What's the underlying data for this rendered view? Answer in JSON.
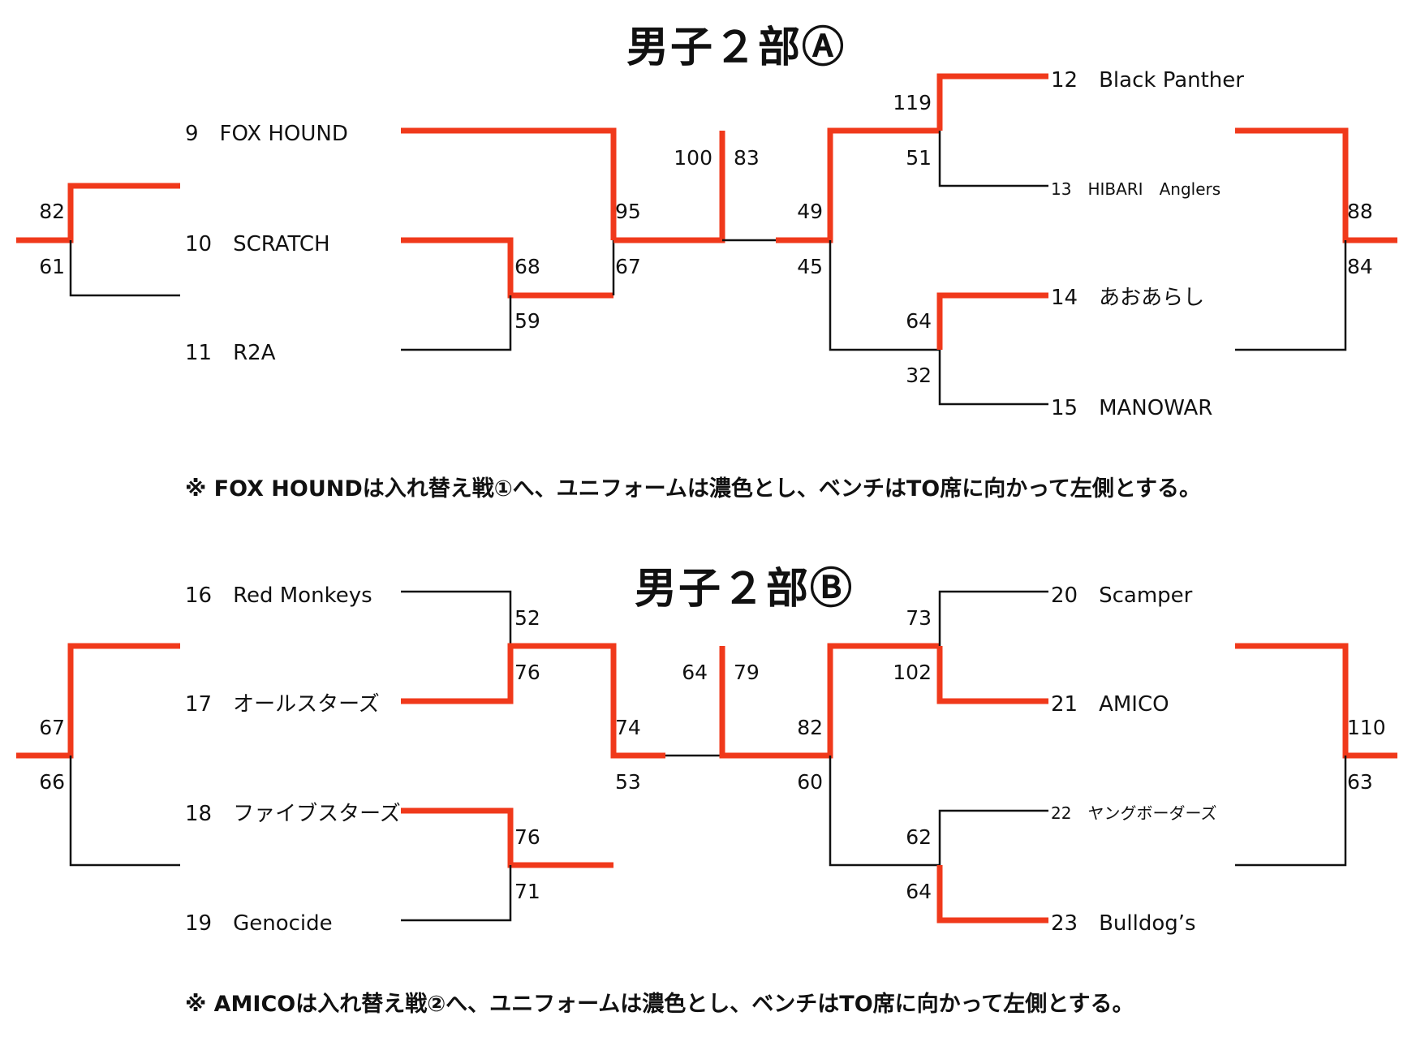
{
  "colors": {
    "winner_line": "#f0391b",
    "loser_line": "#111111"
  },
  "section_a": {
    "title": "男子２部Ⓐ",
    "teams": [
      "9　FOX HOUND",
      "10　SCRATCH",
      "11　R2A",
      "12　Black Panther",
      "13　HIBARI　Anglers",
      "14　あおあらし",
      "15　MANOWAR"
    ],
    "scores": {
      "consolation_left_top": "82",
      "consolation_left_bottom": "61",
      "r1_left_winner": "68",
      "r1_left_loser": "59",
      "semi_left_top": "95",
      "semi_left_bottom": "67",
      "final_left": "100",
      "final_right": "83",
      "semi_right_top": "49",
      "semi_right_bottom": "45",
      "r1_right_top_winner": "119",
      "r1_right_top_loser": "51",
      "r1_right_bottom_winner": "64",
      "r1_right_bottom_loser": "32",
      "consolation_right_top": "88",
      "consolation_right_bottom": "84"
    },
    "note": "※ FOX HOUNDは入れ替え戦①へ、ユニフォームは濃色とし、ベンチはTO席に向かって左側とする。"
  },
  "section_b": {
    "title": "男子２部Ⓑ",
    "teams": [
      "16　Red Monkeys",
      "17　オールスターズ",
      "18　ファイブスターズ",
      "19　Genocide",
      "20　Scamper",
      "21　AMICO",
      "22　ヤングボーダーズ",
      "23　Bulldog’s"
    ],
    "scores": {
      "consolation_left_top": "67",
      "consolation_left_bottom": "66",
      "r1_top_loser": "52",
      "r1_top_winner": "76",
      "r1_bottom_winner": "76",
      "r1_bottom_loser": "71",
      "semi_left_top": "74",
      "semi_left_bottom": "53",
      "final_left": "64",
      "final_right": "79",
      "r1_right_top_loser": "73",
      "r1_right_top_winner": "102",
      "semi_right_top": "82",
      "semi_right_bottom": "60",
      "r1_right_bottom_loser": "62",
      "r1_right_bottom_winner": "64",
      "consolation_right_top": "110",
      "consolation_right_bottom": "63"
    },
    "note": "※ AMICOは入れ替え戦②へ、ユニフォームは濃色とし、ベンチはTO席に向かって左側とする。"
  }
}
